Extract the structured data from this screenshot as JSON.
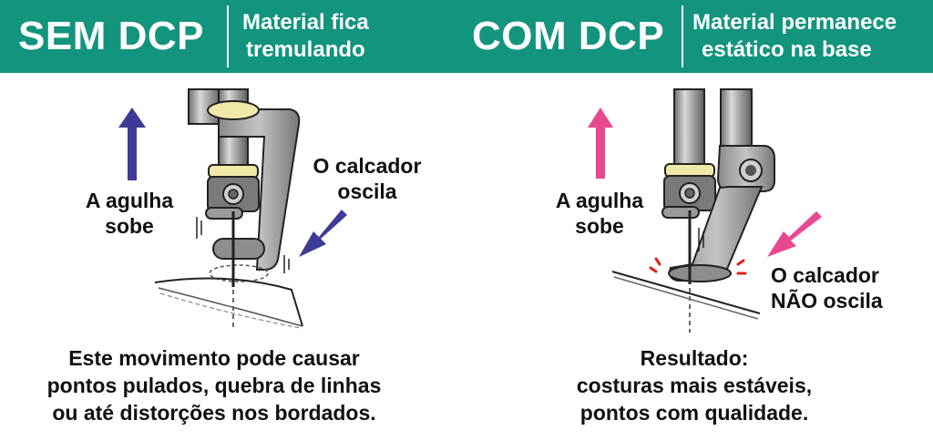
{
  "colors": {
    "header_bg": "#12947d",
    "arrow_left": "#3d3a98",
    "arrow_right": "#e8488f",
    "spark": "#e0201a",
    "metal_dark": "#5a5a5a",
    "metal_light": "#b8b8b8",
    "ring_yellow": "#efe9a8"
  },
  "icons": {
    "up_arrow": "up-arrow-icon",
    "diag_arrow": "diagonal-arrow-icon",
    "needle": "needle-icon",
    "presser_foot": "presser-foot-icon"
  },
  "left_panel": {
    "title": "SEM DCP",
    "subtitle_line1": "Material fica",
    "subtitle_line2": "tremulando",
    "needle_label_line1": "A agulha",
    "needle_label_line2": "sobe",
    "foot_label_line1": "O calcador",
    "foot_label_line2": "oscila",
    "caption_line1": "Este movimento pode causar",
    "caption_line2": "pontos pulados, quebra de linhas",
    "caption_line3": "ou até distorções nos bordados."
  },
  "right_panel": {
    "title": "COM DCP",
    "subtitle_line1": "Material permanece",
    "subtitle_line2": "estático na base",
    "needle_label_line1": "A agulha",
    "needle_label_line2": "sobe",
    "foot_label_line1": "O calcador",
    "foot_label_line2": "NÃO oscila",
    "caption_line1": "Resultado:",
    "caption_line2": "costuras mais estáveis,",
    "caption_line3": "pontos com qualidade."
  }
}
